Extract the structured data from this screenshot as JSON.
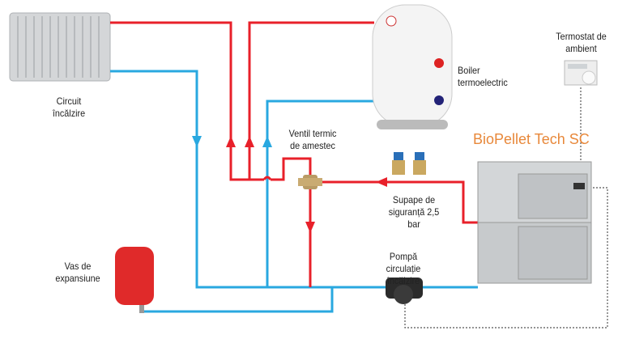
{
  "labels": {
    "radiator": "Circuit încălzire",
    "boiler": "Boiler termoelectric",
    "thermostat": "Termostat de ambient",
    "product": "BioPellet Tech SC",
    "mixing_valve": "Ventil termic de amestec",
    "safety_valves": "Supape de siguranță 2,5 bar",
    "pump": "Pompă circulație încălzire",
    "expansion_vessel": "Vas de expansiune"
  },
  "colors": {
    "hot_pipe": "#e8202a",
    "cold_pipe": "#29a8e0",
    "brand": "#e8883a",
    "control_wire": "#555555"
  }
}
